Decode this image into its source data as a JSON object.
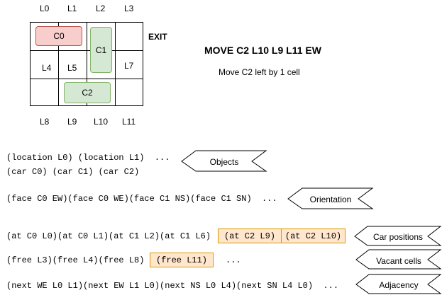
{
  "grid": {
    "top_labels": [
      "L0",
      "L1",
      "L2",
      "L3"
    ],
    "bottom_labels": [
      "L8",
      "L9",
      "L10",
      "L11"
    ],
    "inner_labels": [
      "L4",
      "L5",
      "L7"
    ],
    "exit_label": "EXIT",
    "cars": {
      "c0": "C0",
      "c1": "C1",
      "c2": "C2"
    }
  },
  "move": {
    "title": "MOVE C2  L10 L9 L11 EW",
    "subtitle": "Move C2 left by 1 cell"
  },
  "rows": {
    "objects_line1": "(location L0) (location L1)  ...",
    "objects_line2": "(car C0) (car C1) (car C2)",
    "orientation_line": "(face C0 EW)(face C0 WE)(face C1 NS)(face C1 SN)  ...",
    "positions_prefix": "(at C0 L0)(at C0 L1)(at C1 L2)(at C1 L6)",
    "positions_hl1": "(at C2 L9)",
    "positions_hl2": "(at C2 L10)",
    "vacant_prefix": "(free L3)(free L4)(free L8)",
    "vacant_hl": "(free L11)",
    "vacant_suffix": "...",
    "adjacency_line": "(next WE L0 L1)(next EW L1 L0)(next NS L0 L4)(next SN L4 L0)  ..."
  },
  "tags": {
    "objects": "Objects",
    "orientation": "Orientation",
    "car_positions": "Car positions",
    "vacant_cells": "Vacant cells",
    "adjacency": "Adjacency"
  },
  "colors": {
    "red_car_fill": "#f8cecc",
    "red_car_border": "#b85450",
    "green_car_fill": "#d5e8d4",
    "green_car_border": "#82b366",
    "highlight_fill": "#ffe6cc",
    "highlight_border": "#d79b00"
  }
}
